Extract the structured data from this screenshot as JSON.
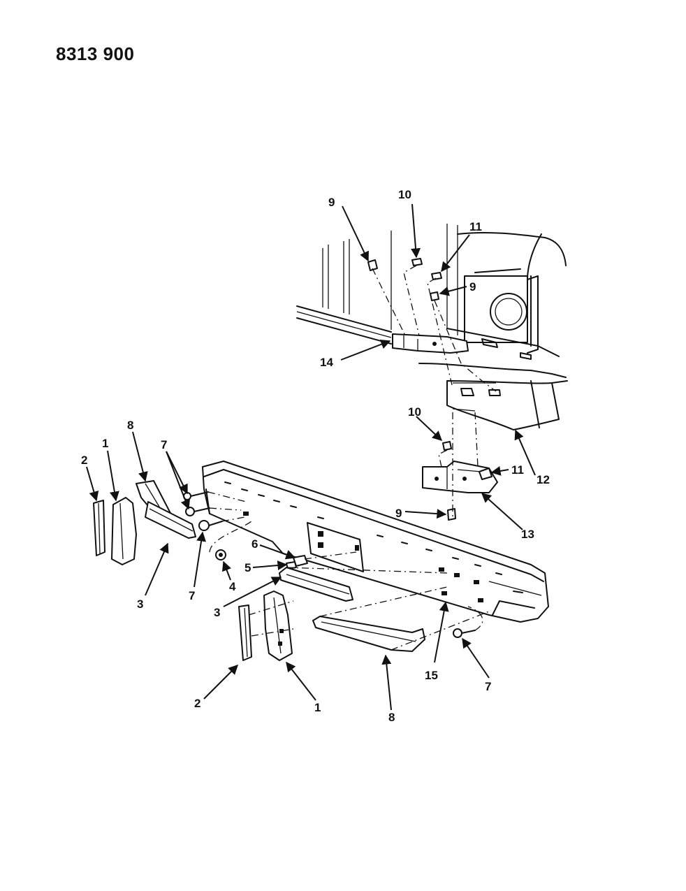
{
  "document_id": "8313 900",
  "callouts": [
    {
      "key": "c9a",
      "text": "9"
    },
    {
      "key": "c10a",
      "text": "10"
    },
    {
      "key": "c11a",
      "text": "11"
    },
    {
      "key": "c9b",
      "text": "9"
    },
    {
      "key": "c14",
      "text": "14"
    },
    {
      "key": "c10b",
      "text": "10"
    },
    {
      "key": "c11b",
      "text": "11"
    },
    {
      "key": "c12",
      "text": "12"
    },
    {
      "key": "c9c",
      "text": "9"
    },
    {
      "key": "c13",
      "text": "13"
    },
    {
      "key": "c8a",
      "text": "8"
    },
    {
      "key": "c1a",
      "text": "1"
    },
    {
      "key": "c2a",
      "text": "2"
    },
    {
      "key": "c7a",
      "text": "7"
    },
    {
      "key": "c3a",
      "text": "3"
    },
    {
      "key": "c7b",
      "text": "7"
    },
    {
      "key": "c4",
      "text": "4"
    },
    {
      "key": "c6",
      "text": "6"
    },
    {
      "key": "c5",
      "text": "5"
    },
    {
      "key": "c3b",
      "text": "3"
    },
    {
      "key": "c2b",
      "text": "2"
    },
    {
      "key": "c1b",
      "text": "1"
    },
    {
      "key": "c8b",
      "text": "8"
    },
    {
      "key": "c15",
      "text": "15"
    },
    {
      "key": "c7c",
      "text": "7"
    }
  ]
}
